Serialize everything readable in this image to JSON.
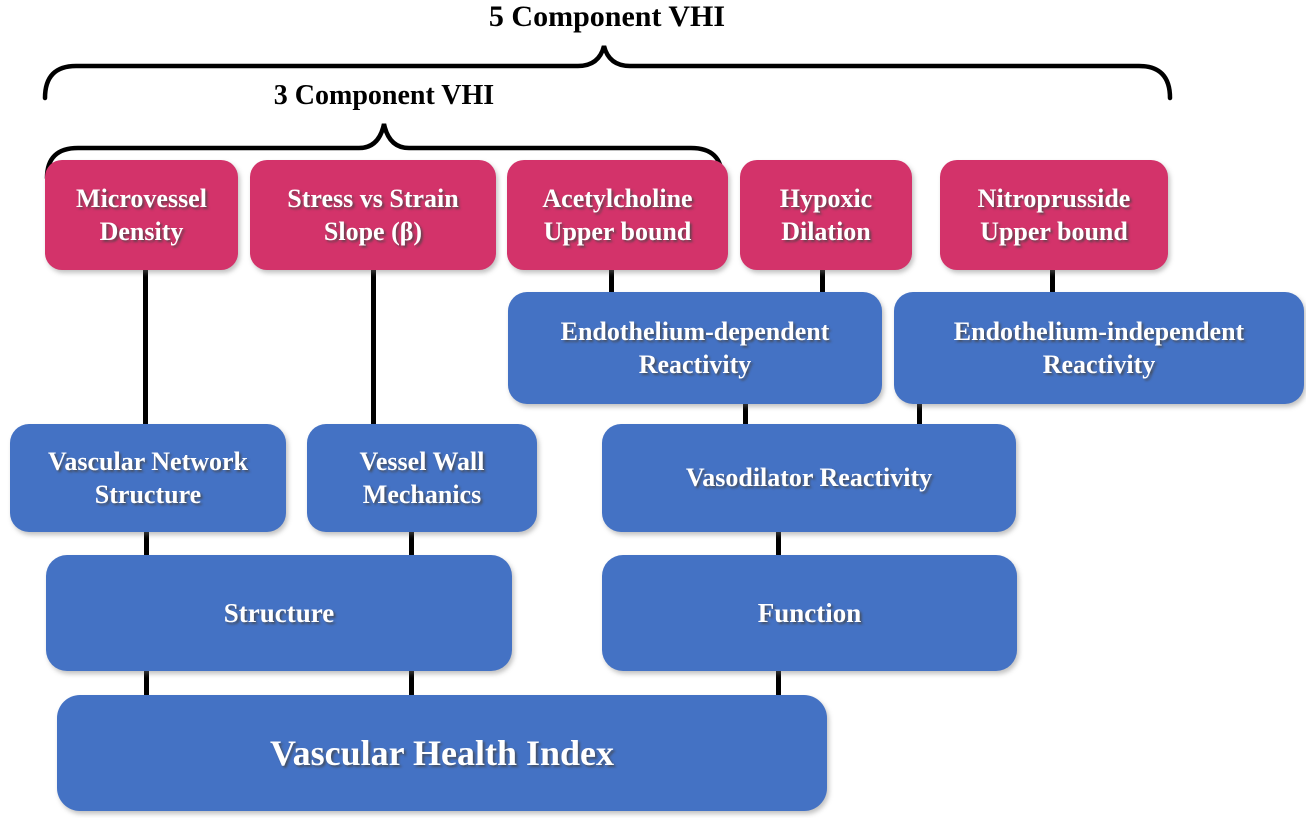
{
  "diagram": {
    "brackets": {
      "five_component": {
        "label": "5 Component VHI"
      },
      "three_component": {
        "label": "3 Component VHI"
      }
    },
    "nodes": {
      "microvessel_density": "Microvessel Density",
      "stress_strain_slope": "Stress vs Strain Slope (β)",
      "acetylcholine_upper": "Acetylcholine Upper bound",
      "hypoxic_dilation": "Hypoxic Dilation",
      "nitroprusside_upper": "Nitroprusside Upper bound",
      "endothelium_dependent": "Endothelium-dependent Reactivity",
      "endothelium_independent": "Endothelium-independent Reactivity",
      "vascular_network_structure": "Vascular Network Structure",
      "vessel_wall_mechanics": "Vessel Wall Mechanics",
      "vasodilator_reactivity": "Vasodilator Reactivity",
      "structure": "Structure",
      "function": "Function",
      "vascular_health_index": "Vascular Health Index"
    },
    "edges": [
      {
        "from": "microvessel_density",
        "to": "vascular_network_structure"
      },
      {
        "from": "stress_strain_slope",
        "to": "vessel_wall_mechanics"
      },
      {
        "from": "acetylcholine_upper",
        "to": "endothelium_dependent"
      },
      {
        "from": "hypoxic_dilation",
        "to": "endothelium_dependent"
      },
      {
        "from": "nitroprusside_upper",
        "to": "endothelium_independent"
      },
      {
        "from": "endothelium_dependent",
        "to": "vasodilator_reactivity"
      },
      {
        "from": "endothelium_independent",
        "to": "vasodilator_reactivity"
      },
      {
        "from": "vascular_network_structure",
        "to": "structure"
      },
      {
        "from": "vessel_wall_mechanics",
        "to": "structure"
      },
      {
        "from": "vasodilator_reactivity",
        "to": "function"
      },
      {
        "from": "structure",
        "to": "vascular_health_index"
      },
      {
        "from": "function",
        "to": "vascular_health_index"
      }
    ],
    "colors": {
      "measure_box": "#D3336A",
      "category_box": "#4472C4",
      "box_text": "#FFFFFF",
      "title_text": "#000000",
      "connector": "#000000"
    }
  }
}
